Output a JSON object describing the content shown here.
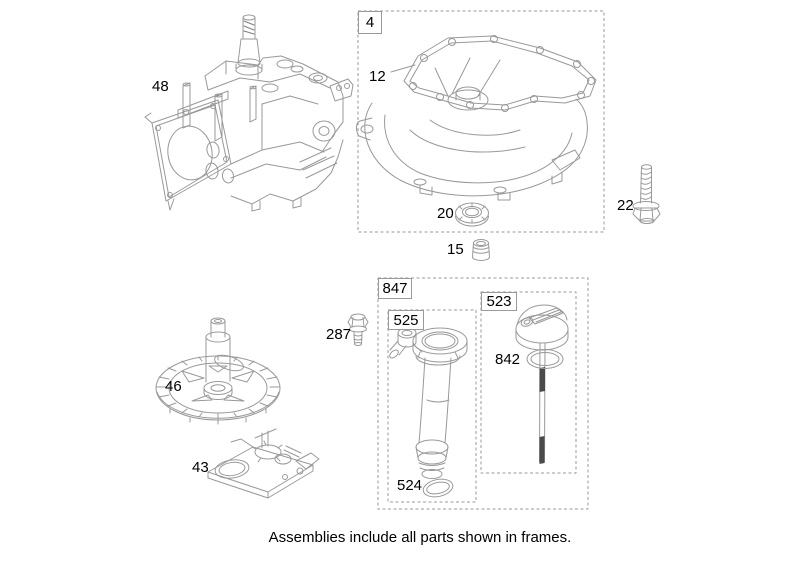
{
  "page": {
    "background": "#ffffff",
    "caption": "Assemblies include all parts shown in frames."
  },
  "colors": {
    "line": "#999999",
    "label": "#000000",
    "frame_dash": "#9a9a9a"
  },
  "callouts": {
    "engine_block": "48",
    "sump_assembly_frame": "4",
    "sump_gasket": "12",
    "oil_seal": "20",
    "oil_plug": "15",
    "sump_bolt": "22",
    "camshaft": "46",
    "oil_pump": "43",
    "pump_bolt": "287",
    "oil_fill_assembly_frame": "847",
    "fill_tube_frame": "525",
    "fill_tube_oring": "524",
    "dipstick_frame": "523",
    "dipstick_seal": "842"
  }
}
